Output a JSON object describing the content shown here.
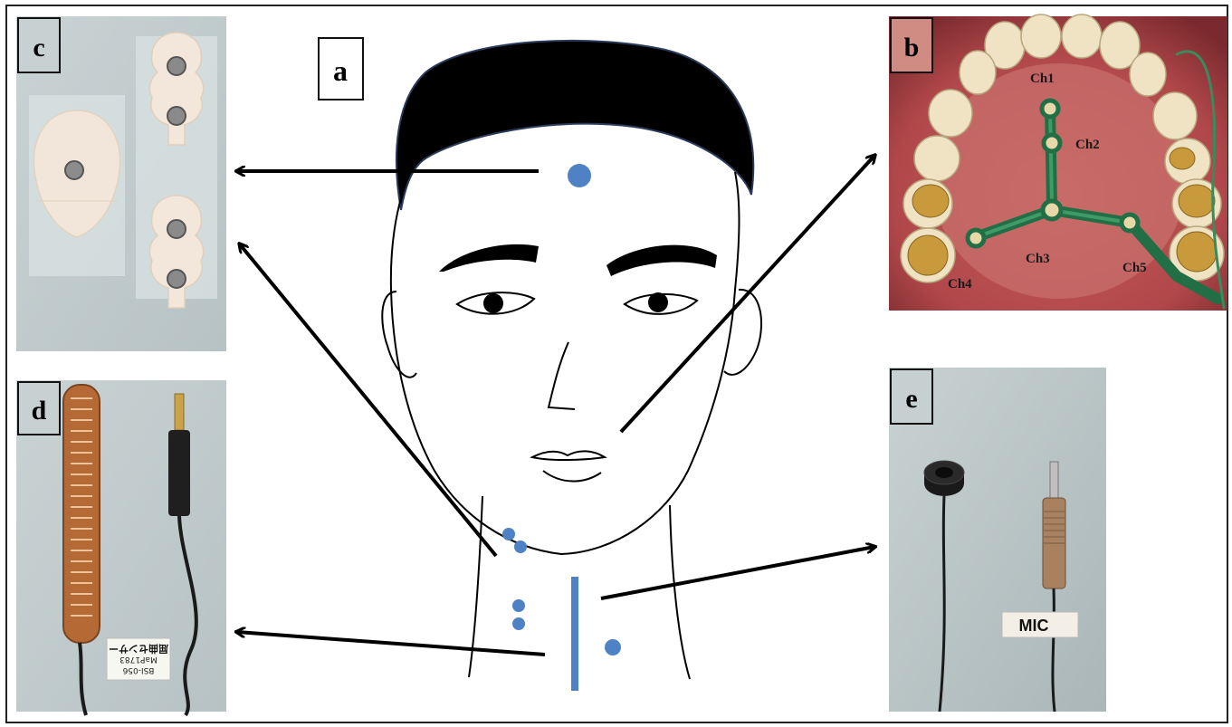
{
  "panels": {
    "a": {
      "label": "a"
    },
    "b": {
      "label": "b",
      "channels": [
        "Ch1",
        "Ch2",
        "Ch3",
        "Ch4",
        "Ch5"
      ]
    },
    "c": {
      "label": "c"
    },
    "d": {
      "label": "d",
      "tag_lines": [
        "BSI-056",
        "MaP1783",
        "屈曲センサー"
      ]
    },
    "e": {
      "label": "e",
      "tag": "MIC"
    }
  },
  "colors": {
    "marker": "#4f82c4",
    "arrow": "#000000",
    "palate_green": "#1f6f45",
    "mouth_red": "#b8504f",
    "electrode_pad": "#f0e3d6",
    "photo_bg": "#c4cfd0"
  }
}
